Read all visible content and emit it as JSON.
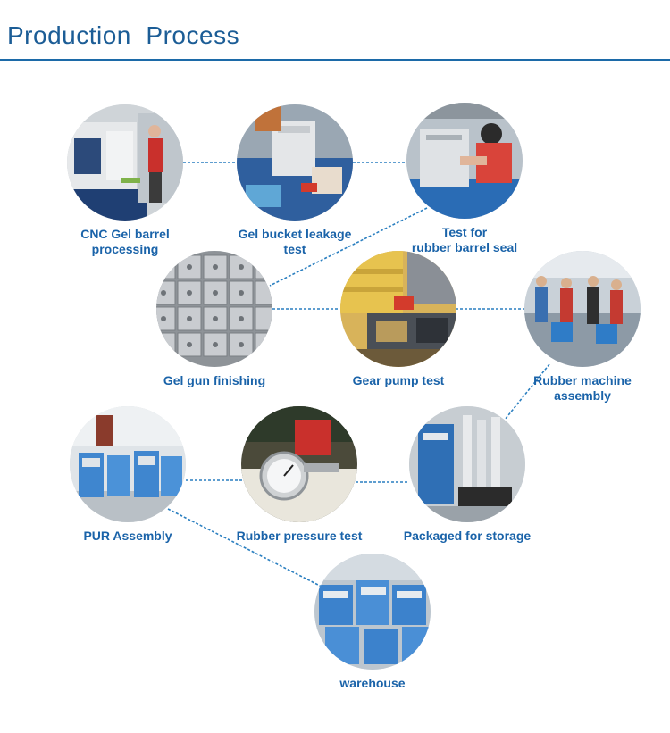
{
  "header": {
    "title": "Production  Process"
  },
  "colors": {
    "accent": "#1c5d96",
    "label": "#1a63a9",
    "connector": "#2a7fc0"
  },
  "steps": [
    {
      "id": "cnc",
      "lines": [
        "CNC Gel barrel",
        "processing"
      ]
    },
    {
      "id": "leakage",
      "lines": [
        "Gel bucket leakage",
        "test"
      ]
    },
    {
      "id": "seal",
      "lines": [
        "Test for",
        "rubber barrel seal"
      ]
    },
    {
      "id": "finishing",
      "lines": [
        "Gel gun finishing"
      ]
    },
    {
      "id": "gearpump",
      "lines": [
        "Gear pump test"
      ]
    },
    {
      "id": "machine",
      "lines": [
        "Rubber machine",
        "assembly"
      ]
    },
    {
      "id": "pur",
      "lines": [
        "PUR Assembly"
      ]
    },
    {
      "id": "pressure",
      "lines": [
        "Rubber pressure test"
      ]
    },
    {
      "id": "packaged",
      "lines": [
        "Packaged for storage"
      ]
    },
    {
      "id": "warehouse",
      "lines": [
        "warehouse"
      ]
    }
  ]
}
